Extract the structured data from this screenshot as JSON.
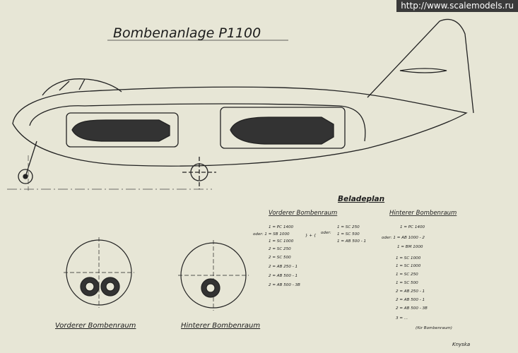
{
  "watermark": "http://www.scalemodels.ru",
  "title": "Bombenanlage P1100",
  "loading_plan": {
    "heading": "Beladeplan",
    "front": {
      "heading": "Vorderer Bombenraum",
      "items": [
        "1 = PC 1400",
        "oder: 1 = SB 1000",
        "1 = SC 1000",
        "2 = SC 250",
        "2 = SC 500",
        "2 = AB 250 - 1",
        "2 = AB 500 - 1",
        "2 = AB 500 - 3B"
      ],
      "bracket": "} + {",
      "alt_label": "oder:",
      "alt_items": [
        "1 = SC 250",
        "1 = SC 500",
        "1 = AB 500 - 1"
      ]
    },
    "rear": {
      "heading": "Hinterer Bombenraum",
      "items": [
        "1 = PC 1400",
        "oder: 1 = AB 1000 - 2",
        "1 = BM 1000",
        "1 = SC 1000",
        "1 = SC 1000",
        "1 = SC 250",
        "1 = SC 500",
        "2 = AB 250 - 1",
        "2 = AB 500 - 1",
        "2 = AB 500 - 3B",
        "3 = ..."
      ],
      "note": "(für Bombenraum)"
    }
  },
  "captions": {
    "front_section": "Vorderer Bombenraum",
    "rear_section": "Hinterer Bombenraum"
  },
  "signature": "Knyska"
}
